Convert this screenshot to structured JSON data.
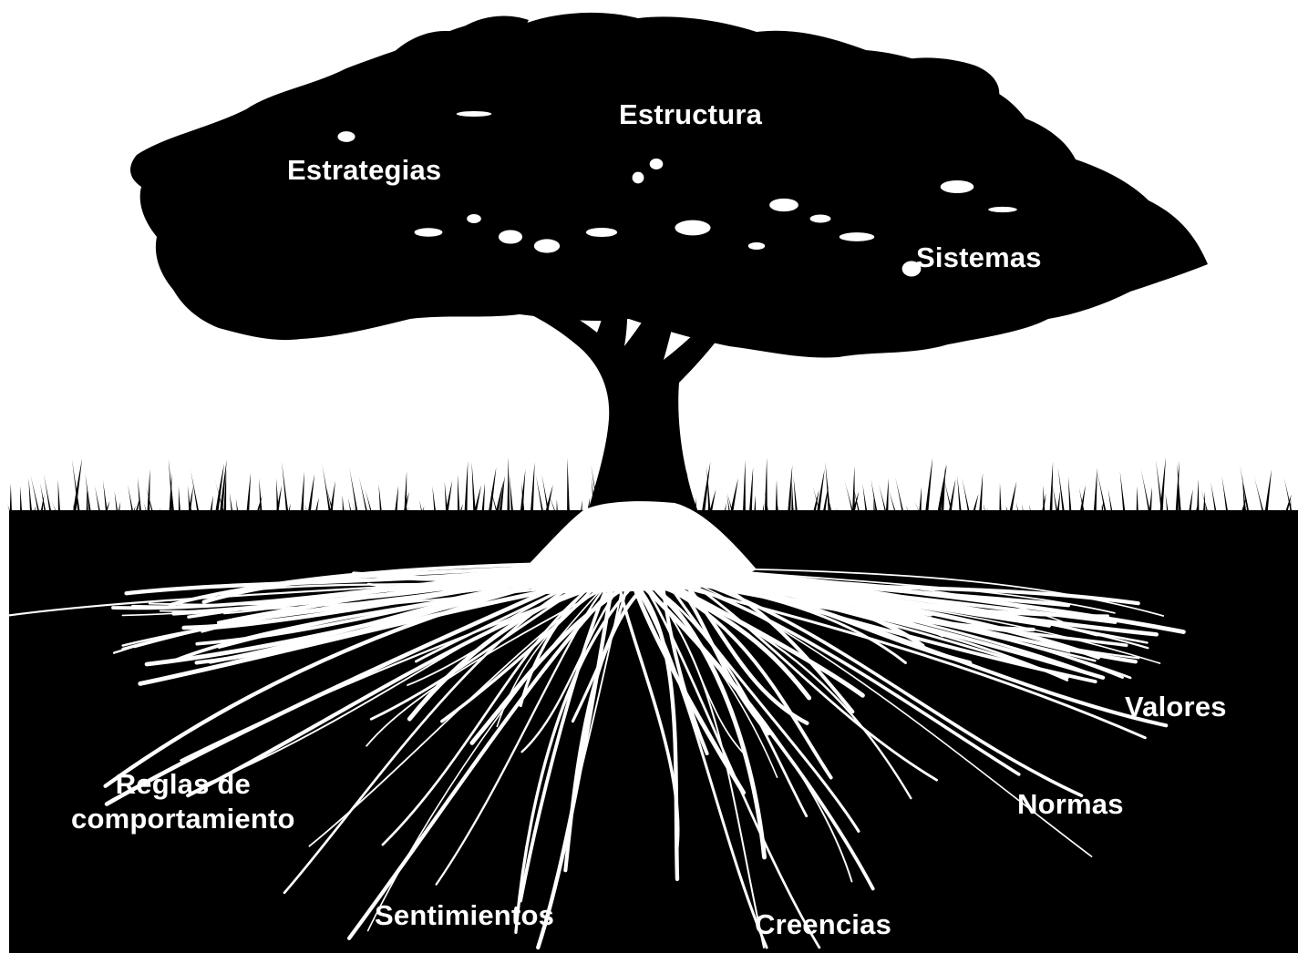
{
  "colors": {
    "ink": "#000000",
    "paper": "#ffffff",
    "label": "#ffffff"
  },
  "canopy_labels": {
    "estructura": "Estructura",
    "estrategias": "Estrategias",
    "sistemas": "Sistemas"
  },
  "root_labels": {
    "valores": "Valores",
    "reglas_line1": "Reglas de",
    "reglas_line2": "comportamiento",
    "normas": "Normas",
    "sentimientos": "Sentimientos",
    "creencias": "Creencias"
  },
  "illustration": {
    "canopy": "tree-canopy-silhouette",
    "trunk": "tree-trunk-silhouette",
    "grass": "grass-silhouette",
    "soil": "soil-ground",
    "roots": "white-root-system"
  }
}
